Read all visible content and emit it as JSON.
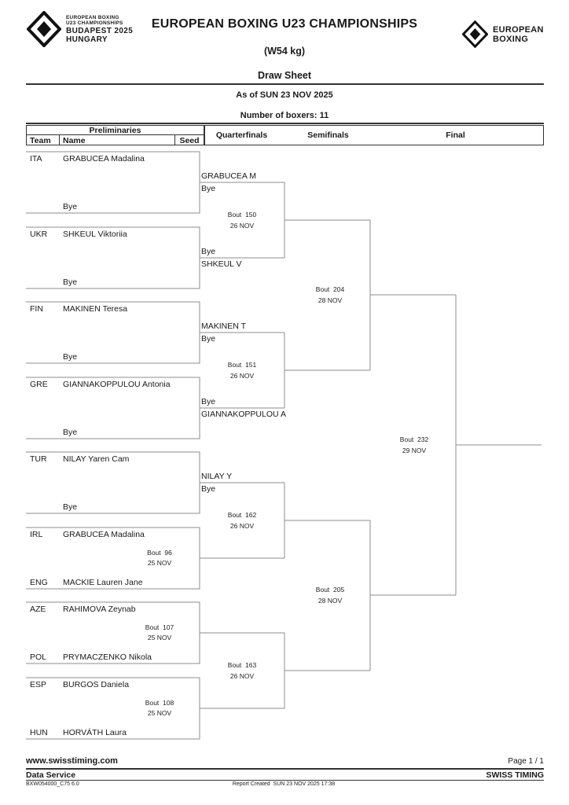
{
  "header": {
    "event_logo": {
      "icon": "diamond-gem-icon",
      "line1": "EUROPEAN BOXING",
      "line2": "U23 CHAMPIONSHIPS",
      "line3": "BUDAPEST 2025",
      "line4": "HUNGARY"
    },
    "org_logo": {
      "icon": "diamond-gem-icon",
      "line1": "EUROPEAN",
      "line2": "BOXING"
    },
    "title": "EUROPEAN BOXING U23 CHAMPIONSHIPS",
    "weight_class": "(W54 kg)",
    "sheet_type": "Draw Sheet",
    "as_of_date": "As of SUN 23 NOV 2025",
    "number_of_boxers": "Number of boxers: 11"
  },
  "table_header": {
    "preliminaries": "Preliminaries",
    "team": "Team",
    "name": "Name",
    "seed": "Seed",
    "quarterfinals": "Quarterfinals",
    "semifinals": "Semifinals",
    "final": "Final"
  },
  "bracket": {
    "pairs": [
      {
        "top_team": "ITA",
        "top_name": "GRABUCEA Madalina",
        "bottom_team": "",
        "bottom_name": "Bye"
      },
      {
        "top_team": "UKR",
        "top_name": "SHKEUL Viktoriia",
        "bottom_team": "",
        "bottom_name": "Bye"
      },
      {
        "top_team": "FIN",
        "top_name": "MAKINEN Teresa",
        "bottom_team": "",
        "bottom_name": "Bye"
      },
      {
        "top_team": "GRE",
        "top_name": "GIANNAKOPPULOU Antonia",
        "bottom_team": "",
        "bottom_name": "Bye"
      },
      {
        "top_team": "TUR",
        "top_name": "NILAY Yaren Cam",
        "bottom_team": "",
        "bottom_name": "Bye"
      },
      {
        "top_team": "IRL",
        "top_name": "GRABUCEA Madalina",
        "bottom_team": "ENG",
        "bottom_name": "MACKIE Lauren Jane",
        "bout": "Bout  96",
        "date": "25 NOV"
      },
      {
        "top_team": "AZE",
        "top_name": "RAHIMOVA Zeynab",
        "bottom_team": "POL",
        "bottom_name": "PRYMACZENKO Nikola",
        "bout": "Bout  107",
        "date": "25 NOV"
      },
      {
        "top_team": "ESP",
        "top_name": "BURGOS Daniela",
        "bottom_team": "HUN",
        "bottom_name": "HORVÁTH Laura",
        "bout": "Bout  108",
        "date": "25 NOV"
      }
    ],
    "qf_slots": [
      {
        "above": "GRABUCEA M",
        "below": "Bye"
      },
      {
        "above": "Bye",
        "below": "SHKEUL V"
      },
      {
        "above": "MAKINEN T",
        "below": "Bye"
      },
      {
        "above": "Bye",
        "below": "GIANNAKOPPULOU A"
      },
      {
        "above": "NILAY Y",
        "below": "Bye"
      }
    ],
    "qf_bouts": [
      {
        "bout": "Bout  150",
        "date": "26 NOV"
      },
      {
        "bout": "Bout  151",
        "date": "26 NOV"
      },
      {
        "bout": "Bout  162",
        "date": "26 NOV"
      },
      {
        "bout": "Bout  163",
        "date": "26 NOV"
      }
    ],
    "sf_bouts": [
      {
        "bout": "Bout  204",
        "date": "28 NOV"
      },
      {
        "bout": "Bout  205",
        "date": "28 NOV"
      }
    ],
    "final_bout": {
      "bout": "Bout  232",
      "date": "29 NOV"
    }
  },
  "footer": {
    "website": "www.swisstiming.com",
    "page": "Page 1 / 1",
    "data_service": "Data Service",
    "timing_brand": "SWISS TIMING",
    "doc_code": "BXW054000_C75 6.0",
    "report_created": "Report Created  SUN 23 NOV 2025 17:38"
  },
  "colors": {
    "bracket_line": "#8c8c8c",
    "border": "#333333",
    "text": "#1a1a1a"
  }
}
